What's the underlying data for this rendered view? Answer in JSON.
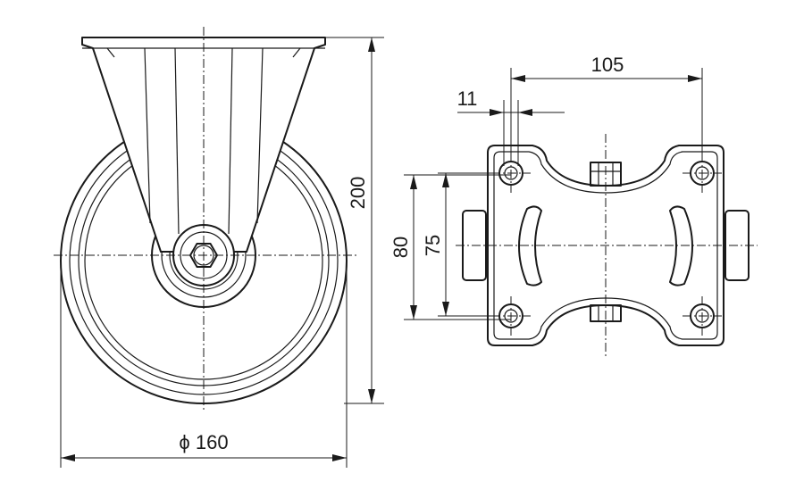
{
  "drawing": {
    "dimensions": {
      "height": "200",
      "wheel_diameter": "ϕ 160",
      "bolt_spacing_x": "105",
      "bolt_hole": "11",
      "plate_width": "80",
      "bolt_spacing_y": "75"
    }
  }
}
